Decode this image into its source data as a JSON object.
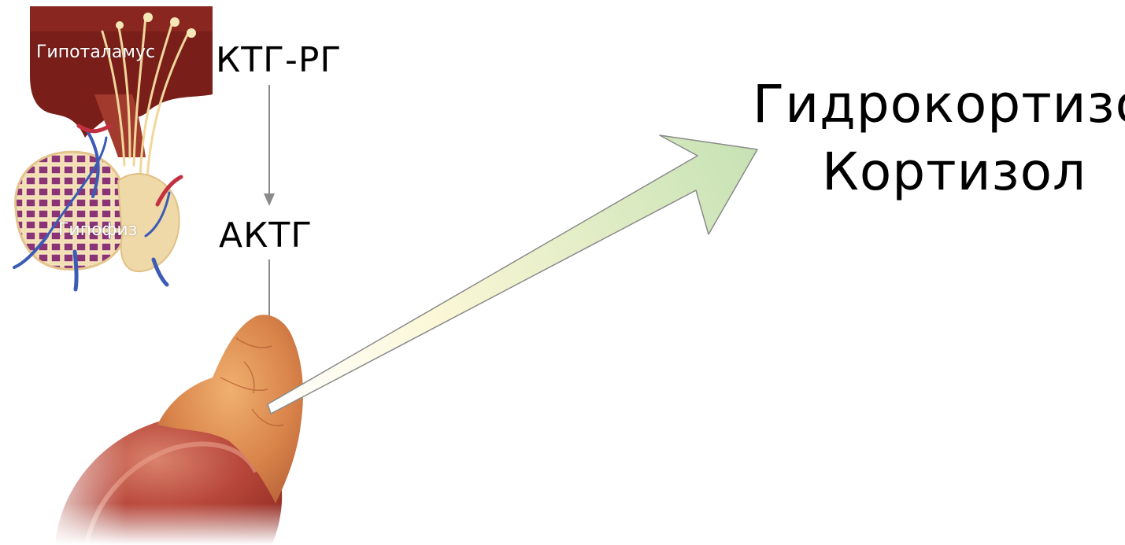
{
  "labels": {
    "hypothalamus": "Гипоталамус",
    "pituitary": "Гипофиз",
    "releasing_hormone": "КТГ-РГ",
    "tropic_hormone": "АКТГ",
    "product_line1": "Гидрокортизон",
    "product_line2": "Кортизол"
  },
  "colors": {
    "tissue_dark": "#7a1e1a",
    "tissue_mid": "#a83a30",
    "gland_purple": "#7a2a6a",
    "gland_cream": "#f2ddb0",
    "adrenal_orange": "#d9844a",
    "kidney_red": "#b8473a",
    "arrow_fill_light": "#fbf7d6",
    "arrow_fill_green": "#c7e2b5",
    "arrow_stroke": "#8a8a8a"
  },
  "icons": {
    "hypothalamus_pituitary": "hypothalamus-pituitary-illustration",
    "adrenal_kidney": "adrenal-gland-on-kidney-illustration"
  }
}
